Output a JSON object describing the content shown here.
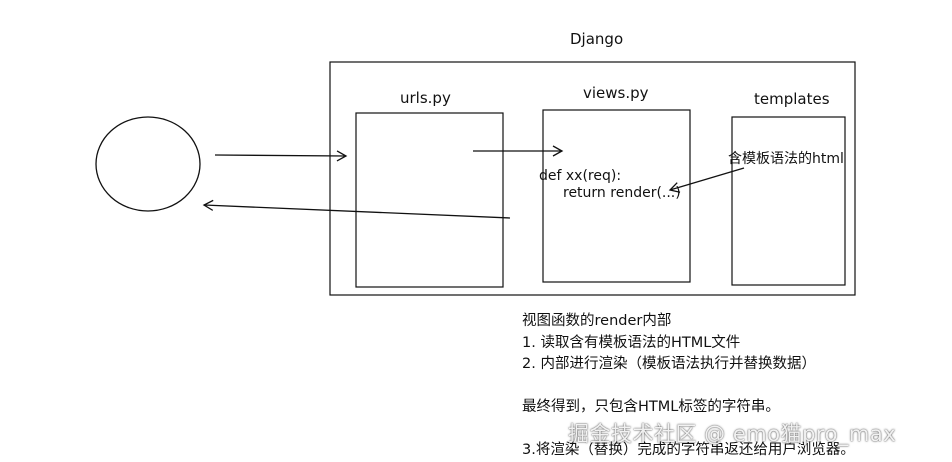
{
  "diagram": {
    "frame_label": "Django",
    "boxes": {
      "urls": "urls.py",
      "views": "views.py",
      "templates": "templates"
    },
    "views_code": [
      "def xx(req):",
      "return render(...)"
    ],
    "template_note": "含模板语法的html"
  },
  "notes": {
    "heading": "视图函数的render内部",
    "step1": "1. 读取含有模板语法的HTML文件",
    "step2": "2. 内部进行渲染（模板语法执行并替换数据）",
    "result": "最终得到，只包含HTML标签的字符串。",
    "step3": "3.将渲染（替换）完成的字符串返还给用户浏览器。"
  },
  "watermark": "掘金技术社区 @ emo猫pro_max"
}
